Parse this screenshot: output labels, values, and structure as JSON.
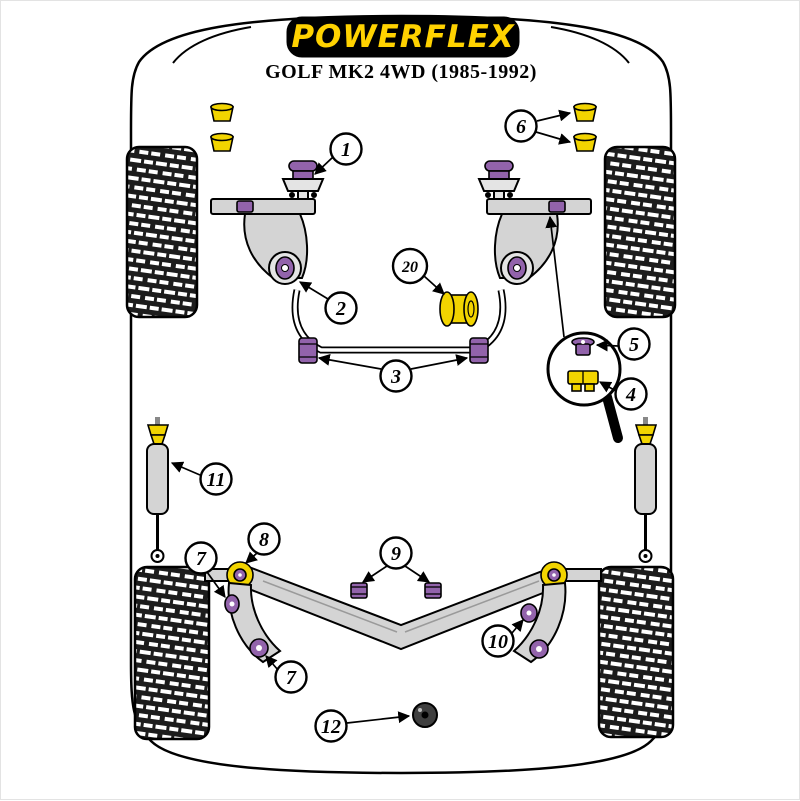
{
  "header": {
    "logo_text": "POWERFLEX",
    "title": "GOLF MK2 4WD (1985-1992)"
  },
  "colors": {
    "logo_background": "#000000",
    "logo_text_yellow": "#ffd200",
    "bush_purple": "#9263ab",
    "mount_yellow": "#f2d400",
    "metal_grey": "#d4d4d4",
    "line_black": "#000000"
  },
  "callouts": [
    {
      "label": "1"
    },
    {
      "label": "2"
    },
    {
      "label": "20"
    },
    {
      "label": "3"
    },
    {
      "label": "6"
    },
    {
      "label": "5"
    },
    {
      "label": "4"
    },
    {
      "label": "11"
    },
    {
      "label": "8"
    },
    {
      "label": "7"
    },
    {
      "label": "7"
    },
    {
      "label": "9"
    },
    {
      "label": "10"
    },
    {
      "label": "12"
    }
  ]
}
